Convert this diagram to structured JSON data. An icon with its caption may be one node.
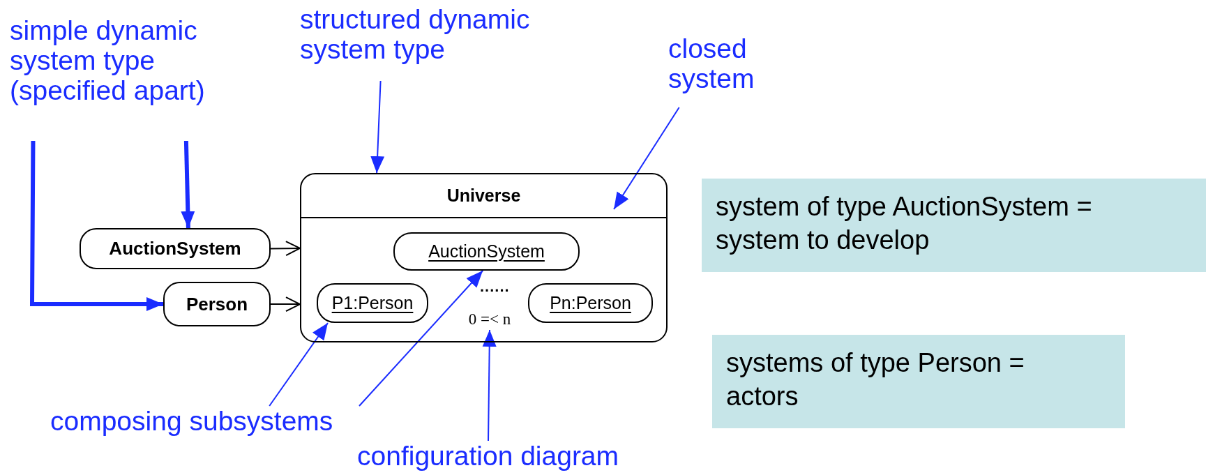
{
  "diagram": {
    "nodes": [
      {
        "text": [
          "simple dynamic system type (specified apart)"
        ]
      },
      {
        "text": [
          "structured dynamic system type"
        ]
      },
      {
        "text": [
          "closed system"
        ]
      },
      {
        "text": [
          "Universe"
        ]
      },
      {
        "text": [
          "AuctionSystem"
        ],
        "in": 3
      },
      {
        "text": [
          "P1:Person"
        ],
        "in": 3
      },
      {
        "text": [
          "Pn:Person"
        ],
        "in": 3
      },
      {
        "text": [
          "0 =< n"
        ],
        "in": 3
      },
      {
        "text": [
          "AuctionSystem"
        ]
      },
      {
        "text": [
          "Person"
        ]
      },
      {
        "text": [
          "composing subsystems"
        ]
      },
      {
        "text": [
          "configuration diagram"
        ]
      },
      {
        "text": [
          "system of type AuctionSystem = system to develop"
        ]
      },
      {
        "text": [
          "systems of type Person = actors"
        ]
      }
    ],
    "edges": [
      {
        "from": 0,
        "to": 8,
        "arrow": "to",
        "style": "thick"
      },
      {
        "from": 0,
        "to": 9,
        "arrow": "to",
        "style": "thick"
      },
      {
        "from": 1,
        "to": 3,
        "arrow": "to"
      },
      {
        "from": 2,
        "to": 3,
        "arrow": "to"
      },
      {
        "from": 8,
        "to": 3,
        "arrow": "to",
        "color": "#000000"
      },
      {
        "from": 9,
        "to": 3,
        "arrow": "to",
        "color": "#000000"
      },
      {
        "from": 10,
        "to": 5,
        "arrow": "to"
      },
      {
        "from": 10,
        "to": 4,
        "arrow": "to"
      },
      {
        "from": 11,
        "to": 7,
        "arrow": "to"
      }
    ],
    "labels": [
      "......"
    ]
  }
}
